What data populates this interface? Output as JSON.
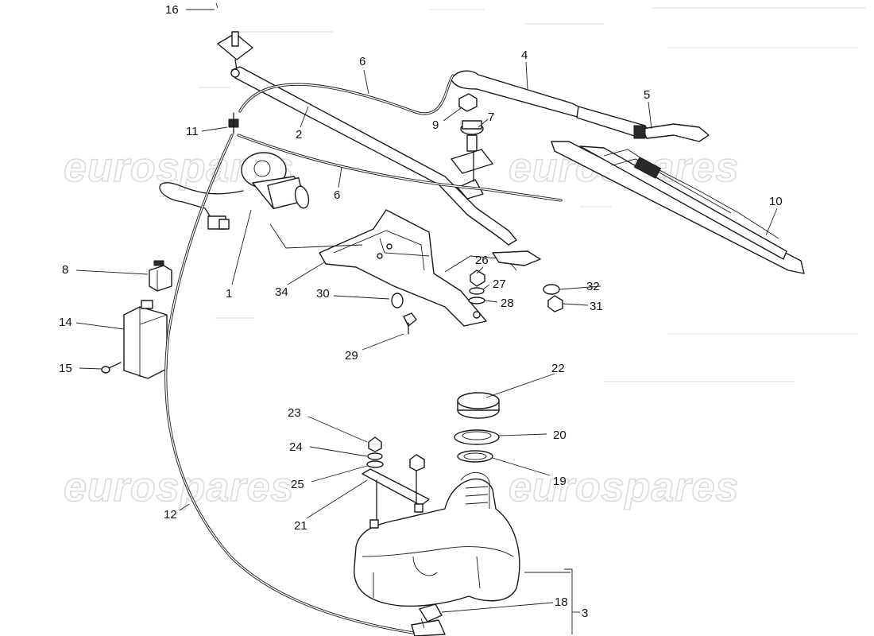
{
  "watermark": {
    "text": "eurospares"
  },
  "callouts": [
    {
      "id": "16",
      "label": "16"
    },
    {
      "id": "6a",
      "label": "6"
    },
    {
      "id": "4",
      "label": "4"
    },
    {
      "id": "5",
      "label": "5"
    },
    {
      "id": "2",
      "label": "2"
    },
    {
      "id": "9",
      "label": "9"
    },
    {
      "id": "7",
      "label": "7"
    },
    {
      "id": "11",
      "label": "11"
    },
    {
      "id": "6b",
      "label": "6"
    },
    {
      "id": "10",
      "label": "10"
    },
    {
      "id": "1",
      "label": "1"
    },
    {
      "id": "8",
      "label": "8"
    },
    {
      "id": "26",
      "label": "26"
    },
    {
      "id": "27",
      "label": "27"
    },
    {
      "id": "28",
      "label": "28"
    },
    {
      "id": "32",
      "label": "32"
    },
    {
      "id": "31",
      "label": "31"
    },
    {
      "id": "34",
      "label": "34"
    },
    {
      "id": "30",
      "label": "30"
    },
    {
      "id": "14",
      "label": "14"
    },
    {
      "id": "15",
      "label": "15"
    },
    {
      "id": "29",
      "label": "29"
    },
    {
      "id": "22",
      "label": "22"
    },
    {
      "id": "23",
      "label": "23"
    },
    {
      "id": "20",
      "label": "20"
    },
    {
      "id": "24",
      "label": "24"
    },
    {
      "id": "19",
      "label": "19"
    },
    {
      "id": "25",
      "label": "25"
    },
    {
      "id": "21",
      "label": "21"
    },
    {
      "id": "12",
      "label": "12"
    },
    {
      "id": "18",
      "label": "18"
    },
    {
      "id": "3",
      "label": "3"
    }
  ]
}
